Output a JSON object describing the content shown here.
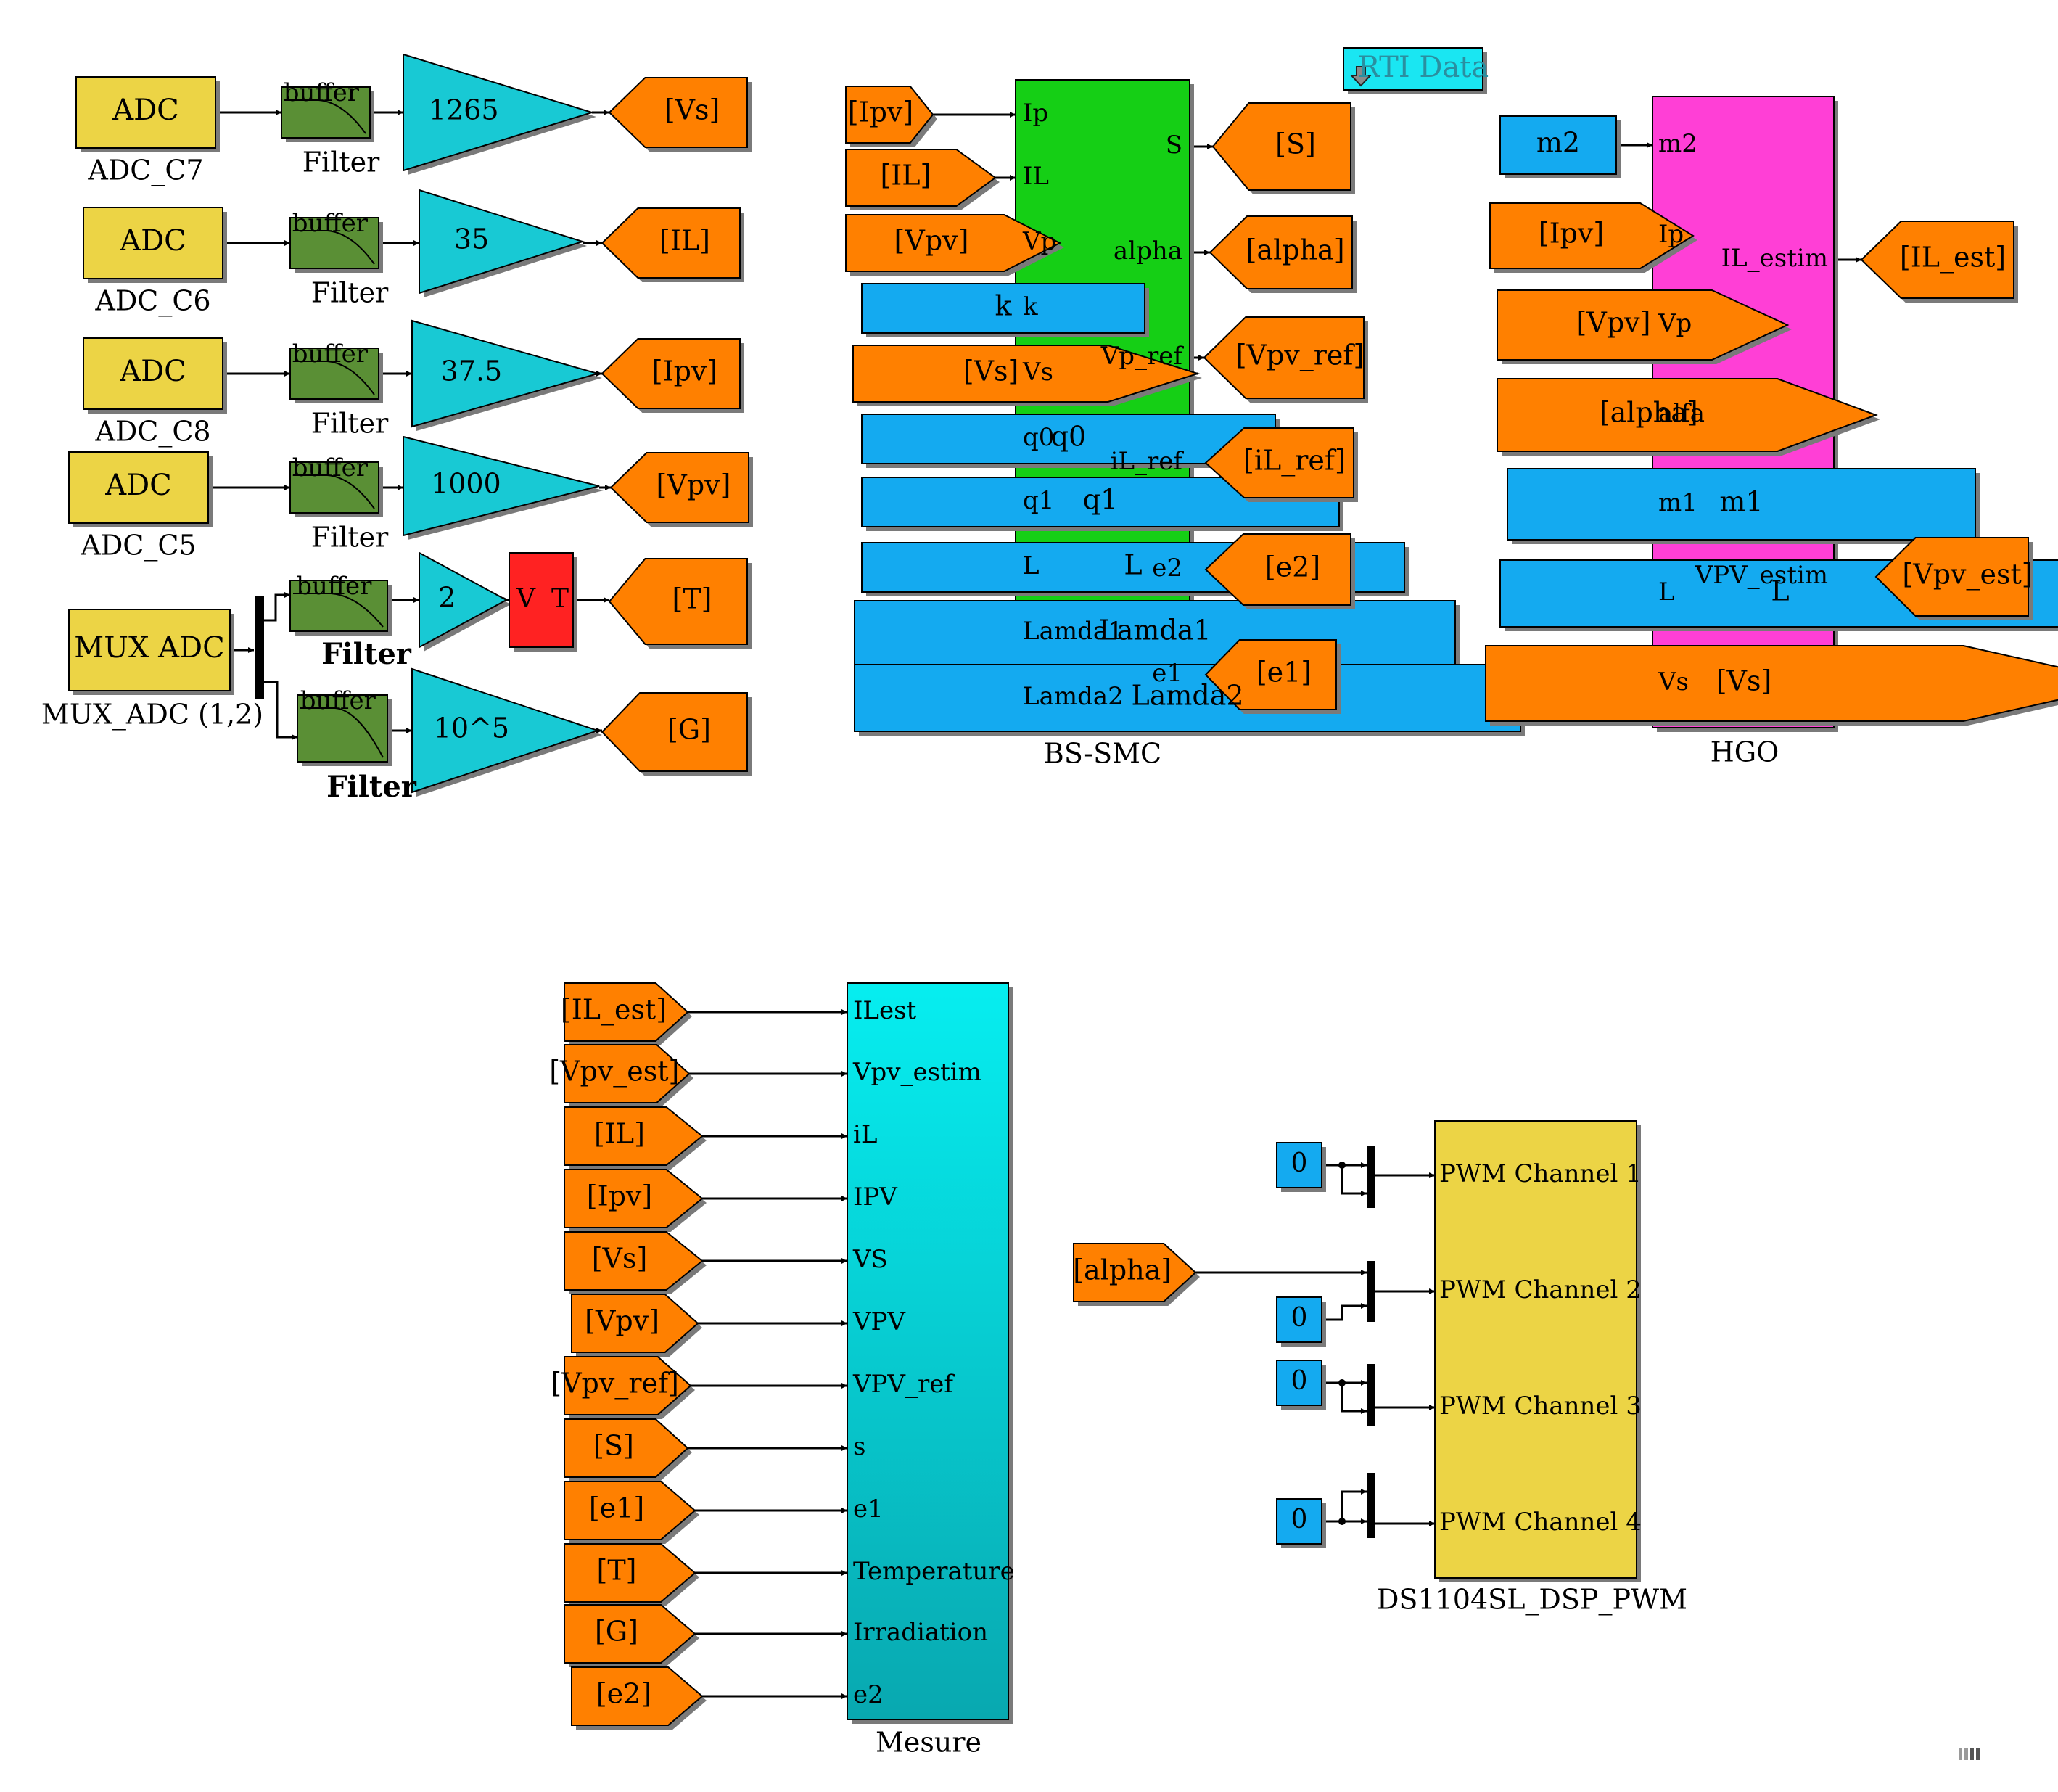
{
  "colors": {
    "adc": "#ecd445",
    "filter": "#5a8f35",
    "gain": "#18c9d4",
    "tag": "#ff8000",
    "light_blue": "#14aaf0",
    "bs_smc": "#15cf15",
    "hgo": "#ff3fd6",
    "mesure_top": "#06eef0",
    "mesure_bottom": "#08a8b0",
    "red": "#ff2222",
    "rti": "#1ae6f2",
    "pwm": "#ecd445"
  },
  "icons": [
    "down-arrow-icon",
    "filter-response-icon",
    "gain-triangle-icon",
    "mux-bar-icon",
    "status-glyph-icon"
  ],
  "rti_label": "RTI Data",
  "acquisition": {
    "rows": [
      {
        "adc_label": "ADC",
        "adc_name": "ADC_C7",
        "filter_text": "buffer",
        "filter_name": "Filter",
        "gain": "1265",
        "tag": "[Vs]"
      },
      {
        "adc_label": "ADC",
        "adc_name": "ADC_C6",
        "filter_text": "buffer",
        "filter_name": "Filter",
        "gain": "35",
        "tag": "[IL]"
      },
      {
        "adc_label": "ADC",
        "adc_name": "ADC_C8",
        "filter_text": "buffer",
        "filter_name": "Filter",
        "gain": "37.5",
        "tag": "[Ipv]"
      },
      {
        "adc_label": "ADC",
        "adc_name": "ADC_C5",
        "filter_text": "buffer",
        "filter_name": "Filter",
        "gain": "1000",
        "tag": "[Vpv]"
      }
    ],
    "mux": {
      "label": "MUX ADC",
      "name": "MUX_ADC (1,2)",
      "filter_text": "buffer",
      "filter_name": "Filter",
      "gain_t": "2",
      "vt_label_v": "V",
      "vt_label_t": "T",
      "tag_t": "[T]",
      "gain_g": "10^5",
      "tag_g": "[G]"
    }
  },
  "bs_smc": {
    "name": "BS-SMC",
    "inputs": [
      {
        "src": "[Ipv]",
        "port": "Ip"
      },
      {
        "src": "[IL]",
        "port": "IL"
      },
      {
        "src": "[Vpv]",
        "port": "Vp"
      },
      {
        "src": "k",
        "port": "k"
      },
      {
        "src": "[Vs]",
        "port": "Vs"
      },
      {
        "src": "q0",
        "port": "q0"
      },
      {
        "src": "q1",
        "port": "q1"
      },
      {
        "src": "L",
        "port": "L"
      },
      {
        "src": "Lamda1",
        "port": "Lamda1"
      },
      {
        "src": "Lamda2",
        "port": "Lamda2"
      }
    ],
    "outputs": [
      {
        "port": "S",
        "tag": "[S]"
      },
      {
        "port": "alpha",
        "tag": "[alpha]"
      },
      {
        "port": "Vp_ref",
        "tag": "[Vpv_ref]"
      },
      {
        "port": "iL_ref",
        "tag": "[iL_ref]"
      },
      {
        "port": "e2",
        "tag": "[e2]"
      },
      {
        "port": "e1",
        "tag": "[e1]"
      }
    ]
  },
  "hgo": {
    "name": "HGO",
    "inputs": [
      {
        "src": "m2",
        "port": "m2"
      },
      {
        "src": "[Ipv]",
        "port": "Ip"
      },
      {
        "src": "[Vpv]",
        "port": "Vp"
      },
      {
        "src": "[alpha]",
        "port": "alfa"
      },
      {
        "src": "m1",
        "port": "m1"
      },
      {
        "src": "L",
        "port": "L"
      },
      {
        "src": "[Vs]",
        "port": "Vs"
      }
    ],
    "outputs": [
      {
        "port": "IL_estim",
        "tag": "[IL_est]"
      },
      {
        "port": "VPV_estim",
        "tag": "[Vpv_est]"
      }
    ]
  },
  "mesure": {
    "name": "Mesure",
    "inputs": [
      {
        "src": "[IL_est]",
        "port": "ILest"
      },
      {
        "src": "[Vpv_est]",
        "port": "Vpv_estim"
      },
      {
        "src": "[IL]",
        "port": "iL"
      },
      {
        "src": "[Ipv]",
        "port": "IPV"
      },
      {
        "src": "[Vs]",
        "port": "VS"
      },
      {
        "src": "[Vpv]",
        "port": "VPV"
      },
      {
        "src": "[Vpv_ref]",
        "port": "VPV_ref"
      },
      {
        "src": "[S]",
        "port": "s"
      },
      {
        "src": "[e1]",
        "port": "e1"
      },
      {
        "src": "[T]",
        "port": "Temperature"
      },
      {
        "src": "[G]",
        "port": "Irradiation"
      },
      {
        "src": "[e2]",
        "port": "e2"
      }
    ]
  },
  "pwm": {
    "name": "DS1104SL_DSP_PWM",
    "channels": [
      "PWM Channel 1",
      "PWM Channel 2",
      "PWM Channel 3",
      "PWM Channel 4"
    ],
    "const_value": "0",
    "alpha_tag": "[alpha]"
  }
}
